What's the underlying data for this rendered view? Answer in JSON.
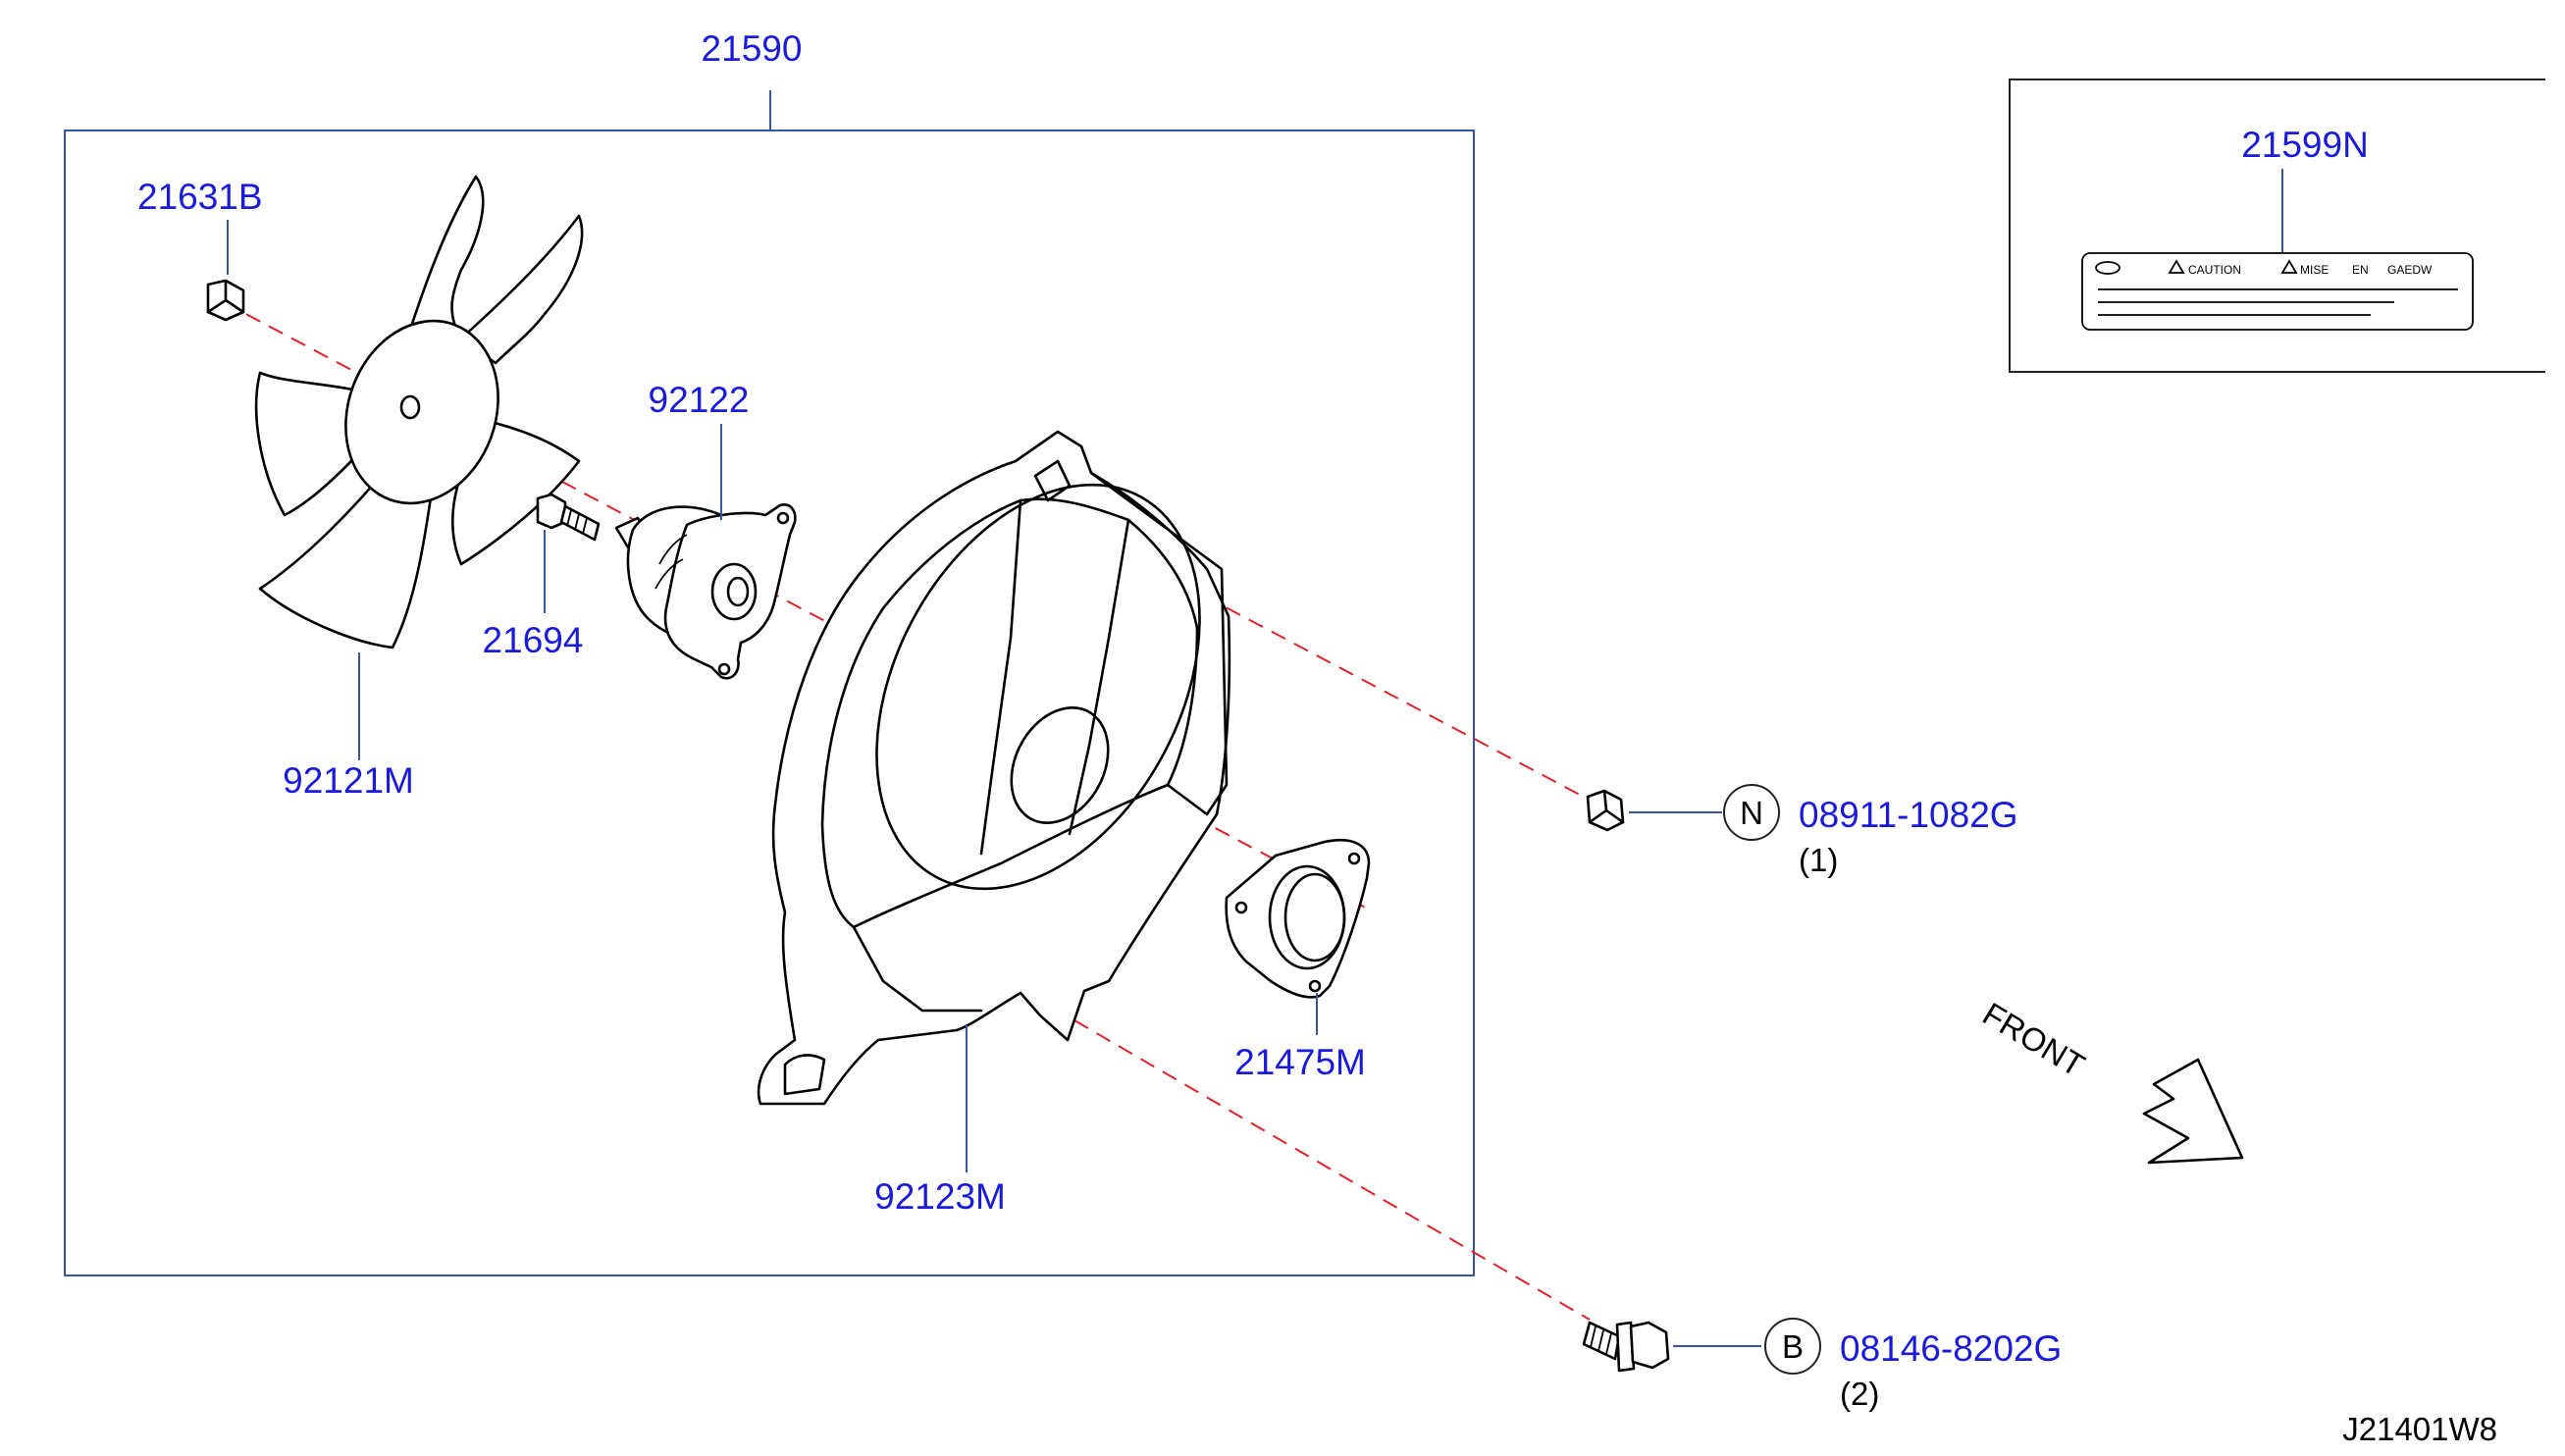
{
  "callouts": {
    "assembly": "21590",
    "fan_nut": "21631B",
    "motor": "92122",
    "motor_bolt": "21694",
    "fan": "92121M",
    "label_part": "21599N",
    "shroud": "92123M",
    "grommet": "21475M",
    "nut_part": "08911-1082G",
    "nut_qty": "(1)",
    "nut_symbol": "N",
    "bolt_part": "08146-8202G",
    "bolt_qty": "(2)",
    "bolt_symbol": "B",
    "front": "FRONT",
    "diagram_code": "J21401W8"
  },
  "caution_label": {
    "caution": "CAUTION",
    "mise": "MISE",
    "en": "EN",
    "gaedw": "GAEDW"
  },
  "colors": {
    "callout_text": "#1a1adc",
    "leader_line": "#3a55a8",
    "axis_line": "#e0202a"
  }
}
